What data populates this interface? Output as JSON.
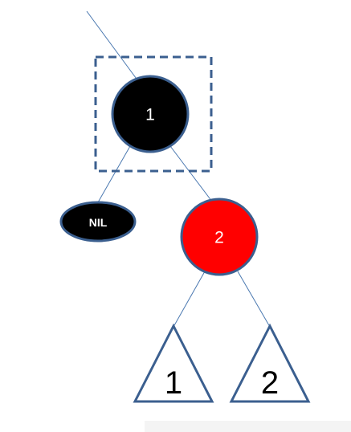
{
  "colors": {
    "edge": "#4a78b0",
    "node_border": "#3b5f8f",
    "black_node": "#000000",
    "red_node": "#ff0000",
    "triangle_border": "#3b5f8f",
    "bottom_panel": "#f4f4f4"
  },
  "nodes": {
    "root": {
      "label": "1",
      "color": "black"
    },
    "nil": {
      "label": "NIL",
      "color": "black"
    },
    "right_child": {
      "label": "2",
      "color": "red"
    }
  },
  "subtrees": {
    "left": {
      "label": "1"
    },
    "right": {
      "label": "2"
    }
  }
}
